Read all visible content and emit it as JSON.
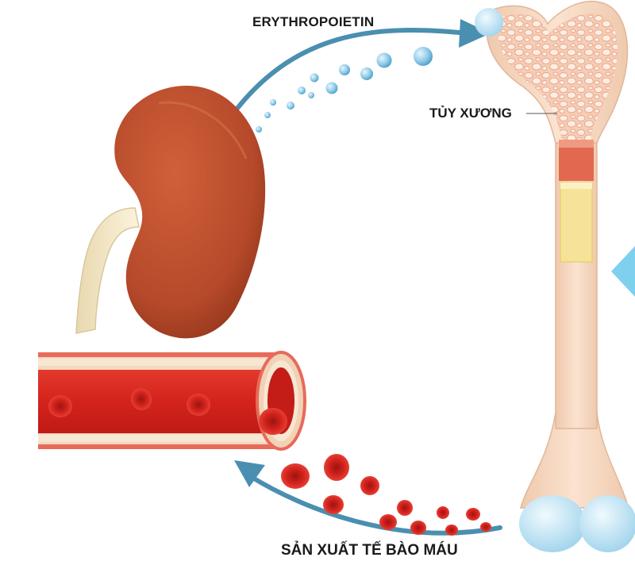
{
  "labels": {
    "hormone": "ERYTHROPOIETIN",
    "bone_marrow": "TỦY XƯƠNG",
    "blood_production": "SẢN XUẤT TẾ BÀO MÁU"
  },
  "colors": {
    "arrow": "#4a8fb0",
    "kidney": "#b5492a",
    "bone": "#f4d6bf",
    "marrow_red": "#e2694f",
    "marrow_yellow": "#f6e39a",
    "joint_blue": "#b7dff2",
    "blood": "#d4231d",
    "hormone_drop": "#8fcbe8"
  }
}
